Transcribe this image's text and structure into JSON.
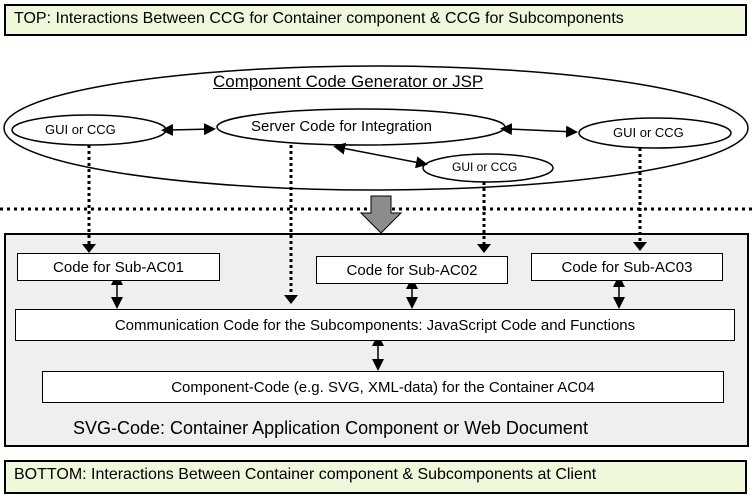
{
  "top_banner": "TOP: Interactions Between CCG for Container component & CCG for Subcomponents",
  "bottom_banner": "BOTTOM: Interactions Between Container component & Subcomponents at Client",
  "server": {
    "title": "Component Code Generator or JSP",
    "integration": "Server Code for Integration",
    "gui_left": "GUI or CCG",
    "gui_right": "GUI or CCG",
    "gui_mid": "GUI or CCG"
  },
  "client": {
    "sub1": "Code for Sub-AC01",
    "sub2": "Code for Sub-AC02",
    "sub3": "Code for Sub-AC03",
    "comm": "Communication Code for the Subcomponents: JavaScript Code and Functions",
    "container": "Component-Code (e.g. SVG, XML-data) for the Container AC04",
    "caption": "SVG-Code: Container Application Component or Web Document"
  },
  "colors": {
    "banner_bg": "#f0f8dc",
    "client_bg": "#efefef",
    "big_arrow": "#8c8c8c"
  }
}
